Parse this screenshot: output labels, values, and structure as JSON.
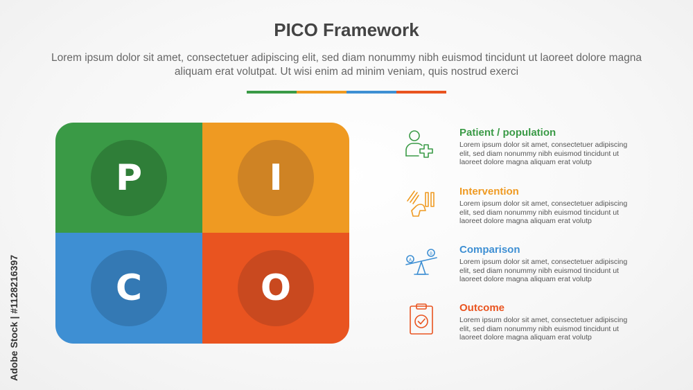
{
  "header": {
    "title": "PICO Framework",
    "subtitle": "Lorem ipsum dolor sit amet, consectetuer adipiscing elit, sed diam nonummy nibh euismod tincidunt ut laoreet dolore magna aliquam erat volutpat. Ut wisi enim ad minim veniam, quis nostrud exerci"
  },
  "colors": {
    "green": "#3a9a46",
    "green_dark": "#2f7e38",
    "orange": "#ef9a22",
    "orange_dark": "#cf8324",
    "blue": "#3e8fd3",
    "blue_dark": "#3479b4",
    "red": "#e95420",
    "red_dark": "#c9491f"
  },
  "matrix": [
    {
      "letter": "P",
      "color": "#3a9a46"
    },
    {
      "letter": "I",
      "color": "#ef9a22"
    },
    {
      "letter": "C",
      "color": "#3e8fd3"
    },
    {
      "letter": "O",
      "color": "#e95420"
    }
  ],
  "items": [
    {
      "title": "Patient / population",
      "icon": "patient-plus-icon",
      "color": "#3a9a46",
      "text": "Lorem ipsum dolor sit amet, consectetuer adipiscing elit, sed diam nonummy nibh euismod tincidunt ut laoreet dolore magna aliquam erat volutp"
    },
    {
      "title": "Intervention",
      "icon": "hand-dominoes-icon",
      "color": "#ef9a22",
      "text": "Lorem ipsum dolor sit amet, consectetuer adipiscing elit, sed diam nonummy nibh euismod tincidunt ut laoreet dolore magna aliquam erat volutp"
    },
    {
      "title": "Comparison",
      "icon": "seesaw-ab-icon",
      "color": "#3e8fd3",
      "text": "Lorem ipsum dolor sit amet, consectetuer adipiscing elit, sed diam nonummy nibh euismod tincidunt ut laoreet dolore magna aliquam erat volutp"
    },
    {
      "title": "Outcome",
      "icon": "clipboard-check-icon",
      "color": "#e95420",
      "text": "Lorem ipsum dolor sit amet, consectetuer adipiscing elit, sed diam nonummy nibh euismod tincidunt ut laoreet dolore magna aliquam erat volutp"
    }
  ],
  "watermark": {
    "vertical": "Adobe Stock | #1128216397"
  }
}
